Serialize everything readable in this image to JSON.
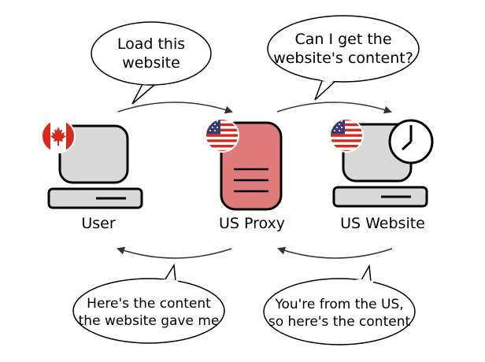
{
  "nodes": {
    "user": {
      "label": "User"
    },
    "proxy": {
      "label": "US Proxy"
    },
    "website": {
      "label": "US Website"
    }
  },
  "bubbles": {
    "load": {
      "line1": "Load this",
      "line2": "website"
    },
    "request": {
      "line1": "Can I get the",
      "line2": "website's content?"
    },
    "from_us": {
      "line1": "You're from the US,",
      "line2": "so here's the content"
    },
    "heres": {
      "line1": "Here's the content",
      "line2": "the website gave me"
    }
  },
  "flags": {
    "canada": "canada-flag-icon",
    "usa": "usa-flag-icon"
  },
  "colors": {
    "device_fill": "#d9d9d9",
    "proxy_fill": "#e07b7b",
    "flag_red": "#d52b1e",
    "flag_blue": "#3c3b6e"
  }
}
